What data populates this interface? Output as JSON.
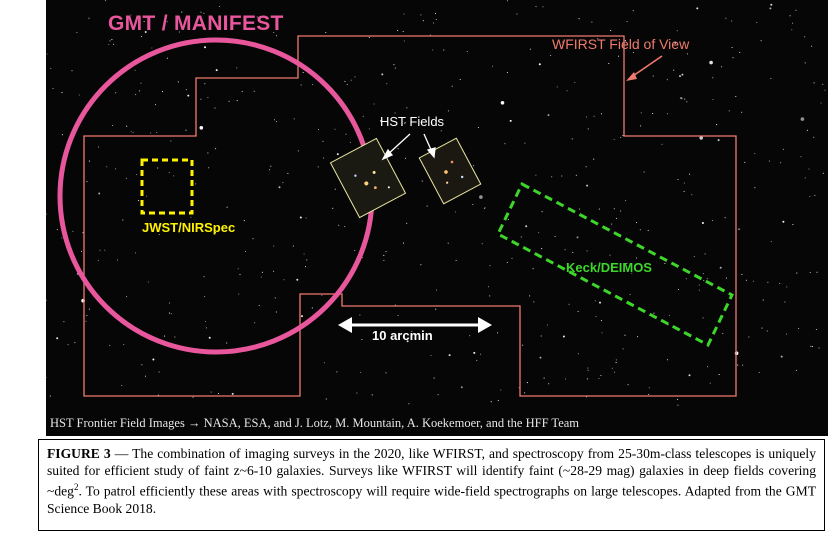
{
  "figure": {
    "labels": {
      "gmt": "GMT / MANIFEST",
      "wfirst": "WFIRST Field of View",
      "hst": "HST Fields",
      "jwst": "JWST/NIRSpec",
      "keck": "Keck/DEIMOS",
      "scale": "10 arcmin"
    },
    "credit": "HST Frontier Field Images → NASA, ESA, and J. Lotz, M. Mountain, A. Koekemoer, and the HFF Team",
    "colors": {
      "gmt": "#e8579c",
      "wfirst": "#f07a6e",
      "jwst": "#fff200",
      "keck": "#3ed62a",
      "hst_box": "#e8e6a0"
    }
  },
  "caption": {
    "figure_label": "FIGURE 3",
    "text_before_superscript": " — The combination of imaging surveys in the 2020, like WFIRST, and spectroscopy from 25-30m-class telescopes is uniquely suited for efficient study of faint z~6-10 galaxies.  Surveys like WFIRST will identify faint (~28-29 mag) galaxies in deep fields covering ~deg",
    "superscript": "2",
    "text_after_superscript": ". To patrol efficiently these areas with spectroscopy will require wide-field spectrographs on large telescopes.  Adapted from the GMT Science Book 2018."
  }
}
